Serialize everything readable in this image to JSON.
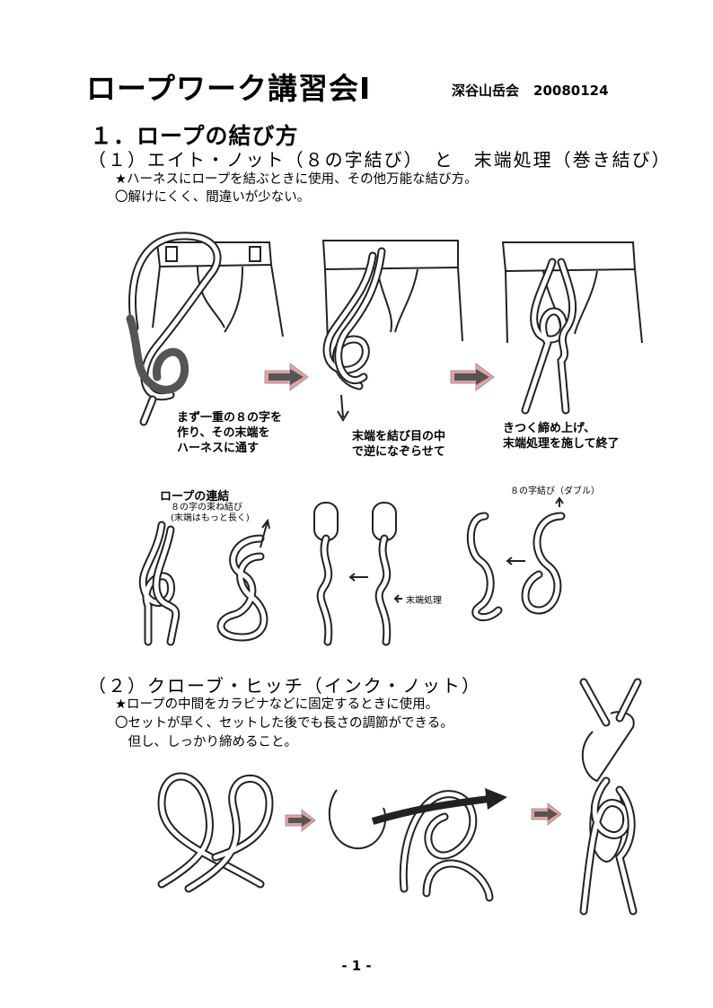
{
  "header": {
    "title": "ロープワーク講習会Ⅰ",
    "organization": "深谷山岳会",
    "date": "20080124"
  },
  "section1": {
    "heading": "１．ロープの結び方",
    "sub1": {
      "heading": "（１）エイト・ノット（８の字結び）　と　末端処理（巻き結び）",
      "note1": "★ハーネスにロープを結ぶときに使用、その他万能な結び方。",
      "note2": "〇解けにくく、間違いが少ない。",
      "captions": {
        "step1": "まず一重の８の字を\n作り、その末端を\nハーネスに通す",
        "step2": "末端を結び目の中\nで逆になぞらせて",
        "step3": "きつく締め上げ、\n末端処理を施して終了"
      },
      "labels": {
        "rope_connection": "ロープの連結",
        "rope_connection_sub": "８の字の束ね結び\n(末端はもっと長く)",
        "end_treatment": "末端処理",
        "figure8_double": "８の字結び（ダブル）"
      }
    },
    "sub2": {
      "heading": "（２）クローブ・ヒッチ（インク・ノット）",
      "note1": "★ロープの中間をカラビナなどに固定するときに使用。",
      "note2": "〇セットが早く、セットした後でも長さの調節ができる。",
      "note3": "　但し、しっかり締めること。"
    }
  },
  "footer": {
    "page": "- 1 -"
  }
}
